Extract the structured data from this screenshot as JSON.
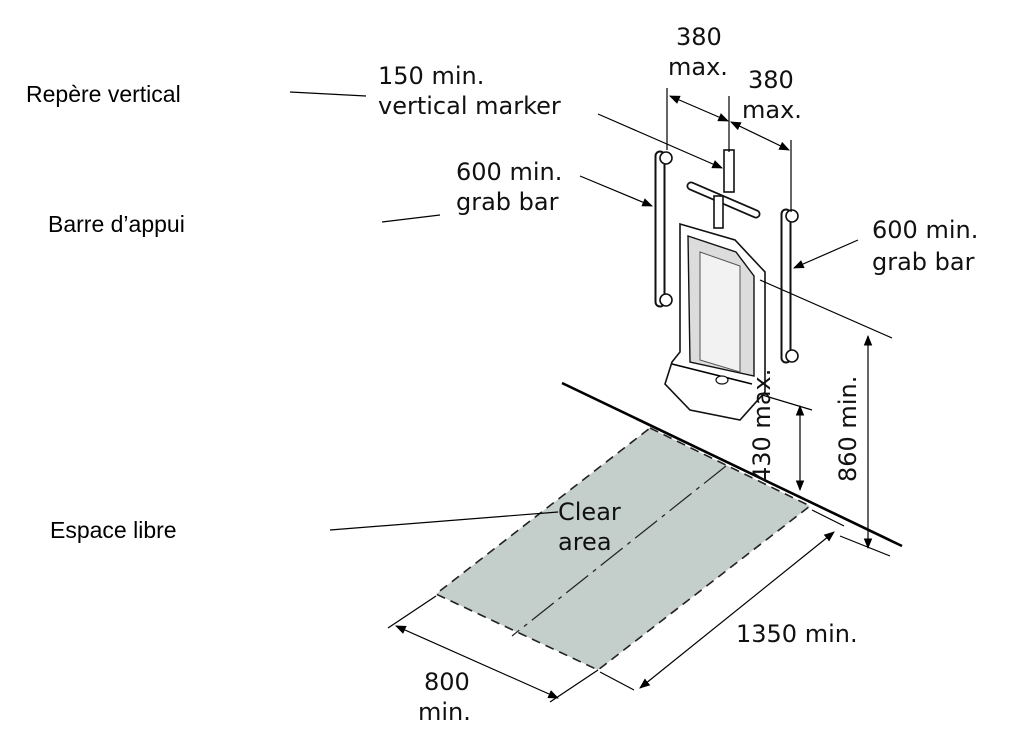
{
  "labels_fr": {
    "vertical_marker": "Repère vertical",
    "grab_bar": "Barre d’appui",
    "clear_area": "Espace libre"
  },
  "labels_en": {
    "marker_top_w": "380",
    "marker_top_w_unit": "max.",
    "marker_right_w": "380",
    "marker_right_w_unit": "max.",
    "marker_height": "150 min.",
    "marker_name": "vertical marker",
    "grab_left_len": "600 min.",
    "grab_left_name": "grab bar",
    "grab_right_len": "600 min.",
    "grab_right_name": "grab bar",
    "rim_height": "430 max.",
    "bar_height": "860 min.",
    "clear_line1": "Clear",
    "clear_line2": "area",
    "depth": "1350 min.",
    "width_value": "800",
    "width_unit": "min."
  },
  "colors": {
    "clear_area_fill": "#c4cecb",
    "line": "#000000"
  }
}
